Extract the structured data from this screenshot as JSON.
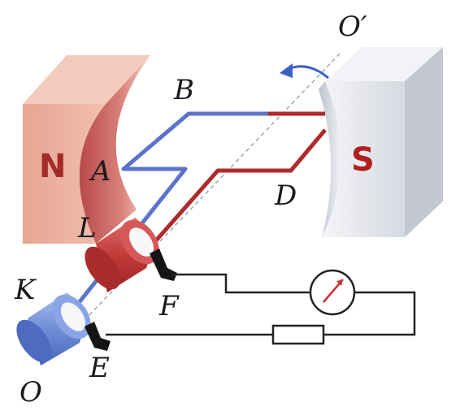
{
  "labels": {
    "O_prime": "O′",
    "B": "B",
    "A": "A",
    "L": "L",
    "D": "D",
    "K": "K",
    "F": "F",
    "E": "E",
    "O": "O"
  },
  "poles": {
    "north": "N",
    "south": "S"
  },
  "colors": {
    "north_face": "#e8a796",
    "north_top": "#f3cbbd",
    "north_inner": "#c9605a",
    "north_letter": "#a52a2a",
    "south_face": "#e6e8ee",
    "south_top": "#f2f3f6",
    "south_side": "#c3c7d2",
    "south_letter": "#b01e1e",
    "coil_blue": "#5b73c9",
    "coil_red": "#b02a2a",
    "ring_red": "#c84040",
    "ring_blue": "#6f8ed8",
    "circuit": "#222222",
    "brush": "#151515",
    "rotation_arrow": "#3a5fc8"
  }
}
